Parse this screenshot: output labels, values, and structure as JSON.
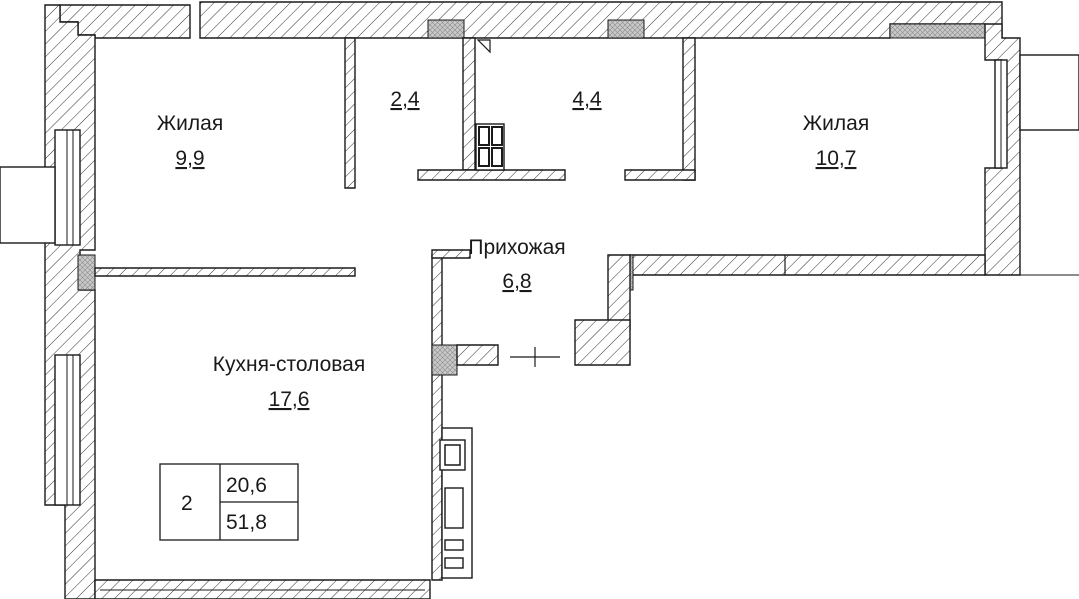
{
  "rooms": {
    "living_left": {
      "name": "Жилая",
      "area": "9,9"
    },
    "storage_a": {
      "area": "2,4"
    },
    "bath": {
      "area": "4,4"
    },
    "living_right": {
      "name": "Жилая",
      "area": "10,7"
    },
    "hall": {
      "name": "Прихожая",
      "area": "6,8"
    },
    "kitchen": {
      "name": "Кухня-столовая",
      "area": "17,6"
    }
  },
  "summary": {
    "rooms_count": "2",
    "living_area": "20,6",
    "total_area": "51,8"
  }
}
